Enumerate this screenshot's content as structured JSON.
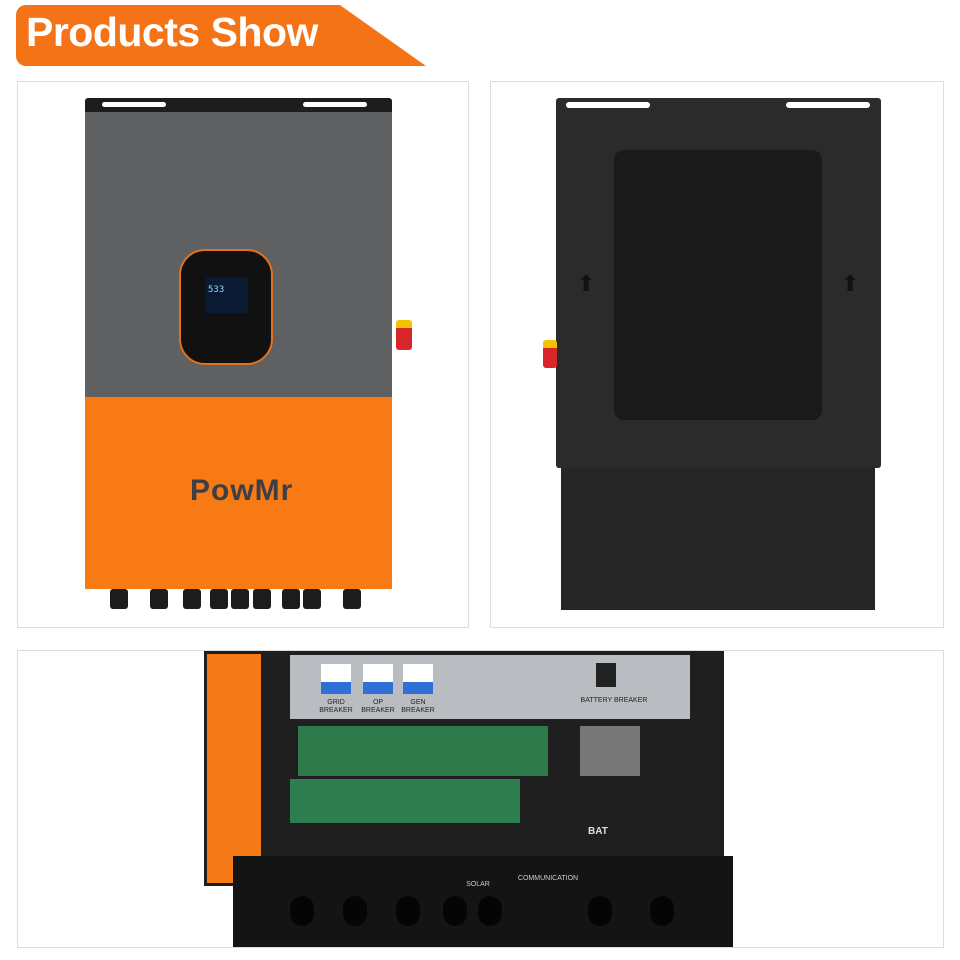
{
  "header": {
    "title": "Products Show"
  },
  "colors": {
    "accent": "#f47317",
    "inverter_orange": "#f77a14",
    "inverter_gray": "#5f6062",
    "back_black": "#2a2a2a"
  },
  "front_view": {
    "brand_logo": "PowMr",
    "display_reading": "533"
  },
  "back_view": {},
  "inside_view": {
    "breakers": [
      "GRID\nBREAKER",
      "OP\nBREAKER",
      "GEN\nBREAKER"
    ],
    "battery_breaker": "BATTERY BREAKER",
    "bat_label": "BAT",
    "solar_label": "SOLAR",
    "comm_label": "COMMUNICATION"
  }
}
